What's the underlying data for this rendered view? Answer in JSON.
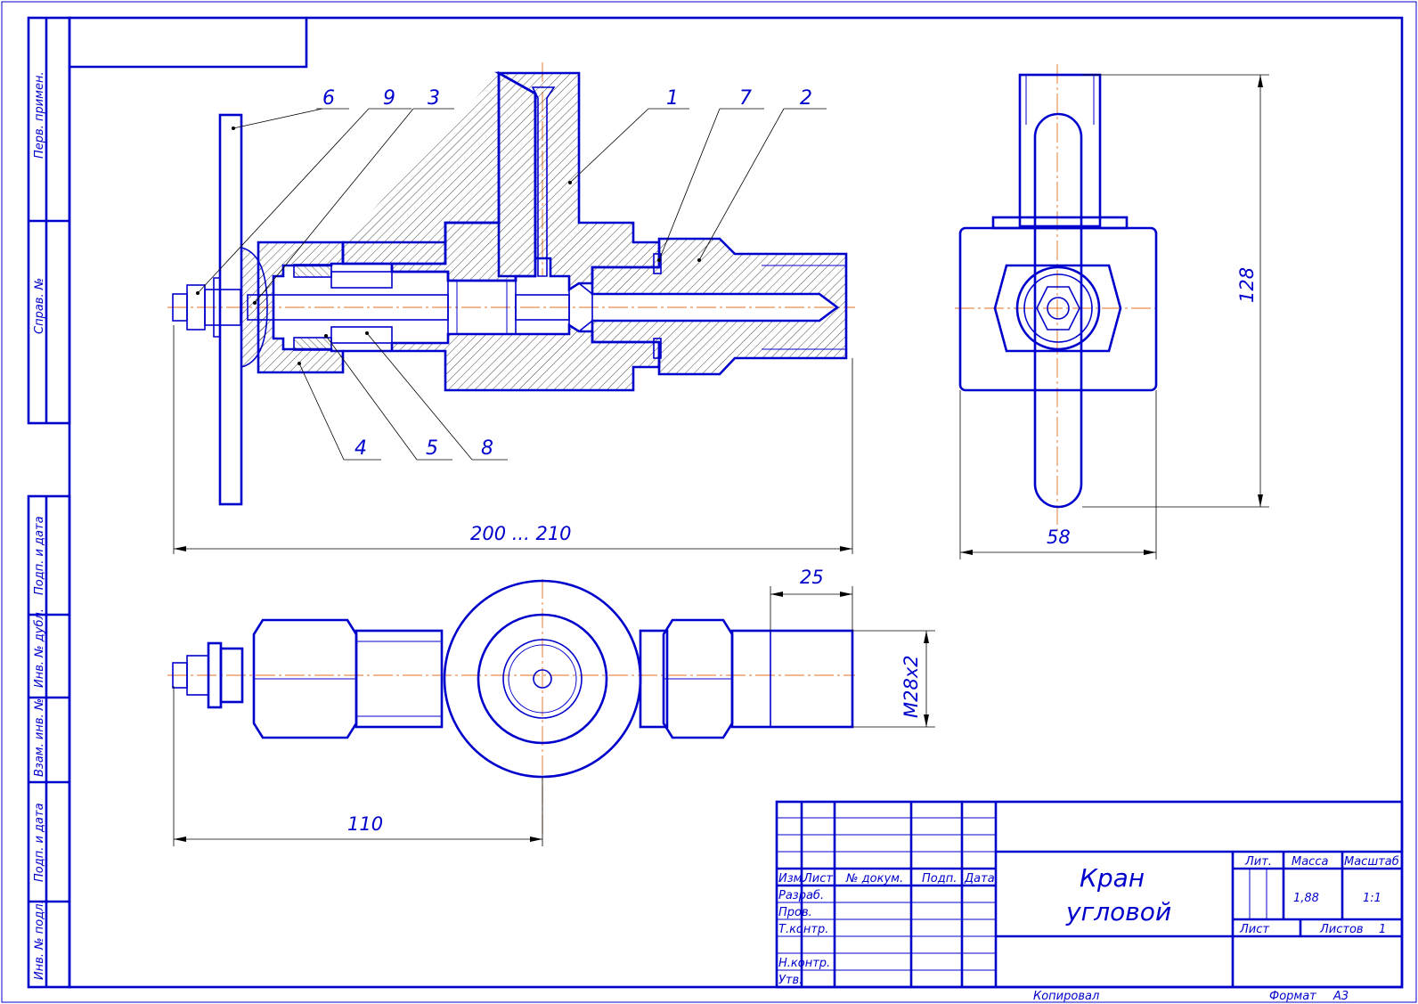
{
  "part_labels": [
    "6",
    "9",
    "3",
    "1",
    "7",
    "2",
    "4",
    "5",
    "8"
  ],
  "dimensions": {
    "overall_length": "200 ... 210",
    "height_side": "128",
    "width_side": "58",
    "thread_length": "25",
    "thread_size": "M28x2",
    "axis_offset": "110"
  },
  "side_margin": {
    "perv_primen": "Перв. примен.",
    "sprav_no": "Справ. №",
    "podp_data_1": "Подп. и дата",
    "inv_dubl": "Инв. № дубл.",
    "vzam_inv": "Взам. инв. №",
    "podp_data_2": "Подп. и дата",
    "inv_podl": "Инв. № подл."
  },
  "title_block": {
    "title_line1": "Кран",
    "title_line2": "угловой",
    "col_izm": "Изм.",
    "col_list": "Лист",
    "col_doc": "№ докум.",
    "col_podp": "Подп.",
    "col_data": "Дата",
    "row_razrab": "Разраб.",
    "row_prov": "Пров.",
    "row_tkontr": "Т.контр.",
    "row_nkontr": "Н.контр.",
    "row_utv": "Утв.",
    "lit": "Лит.",
    "massa": "Масса",
    "masshtab": "Масштаб",
    "massa_value": "1,88",
    "scale_value": "1:1",
    "list": "Лист",
    "listov": "Листов",
    "listov_value": "1"
  },
  "footer": {
    "kopiroval": "Копировал",
    "format": "Формат",
    "format_value": "А3"
  }
}
